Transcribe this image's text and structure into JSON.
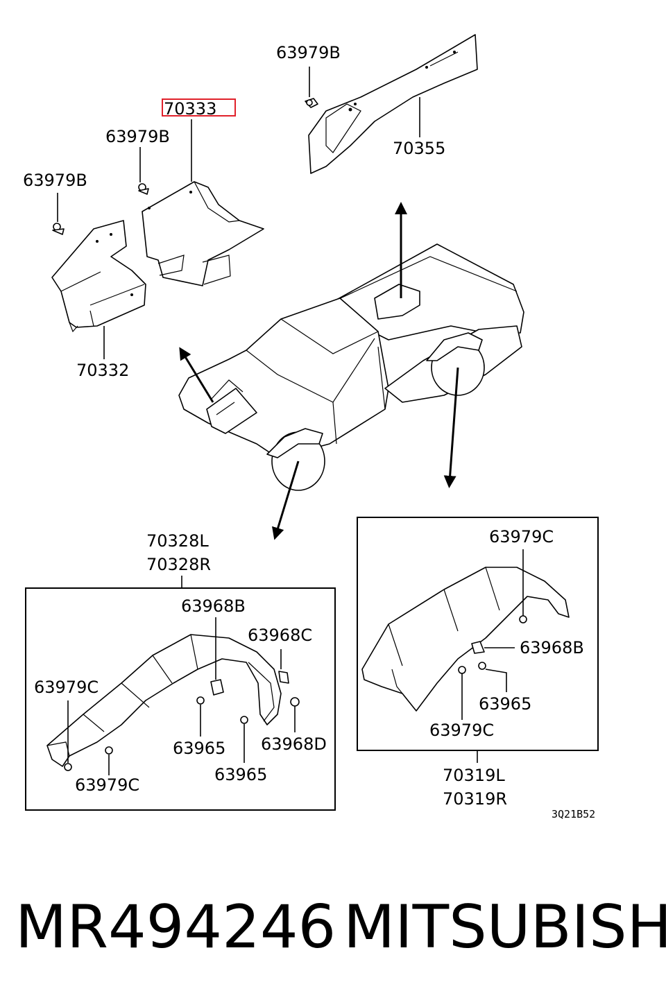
{
  "labels": {
    "p70333": "70333",
    "p63979B_top": "63979B",
    "p70355": "70355",
    "p63979B_mid": "63979B",
    "p63979B_left": "63979B",
    "p70332": "70332",
    "p70328L": "70328L",
    "p70328R": "70328R",
    "p63968B_front": "63968B",
    "p63968C": "63968C",
    "p63979C_front_top": "63979C",
    "p63979C_front_bottom": "63979C",
    "p63965_a": "63965",
    "p63965_b": "63965",
    "p63968D": "63968D",
    "p63979C_rear_top": "63979C",
    "p63968B_rear": "63968B",
    "p63965_rear": "63965",
    "p63979C_rear_bottom": "63979C",
    "p70319L": "70319L",
    "p70319R": "70319R",
    "drawing_code": "3Q21B52"
  },
  "footer": {
    "part_number": "MR494246",
    "brand": "MITSUBISHI"
  },
  "highlight_color": "#e0202a"
}
